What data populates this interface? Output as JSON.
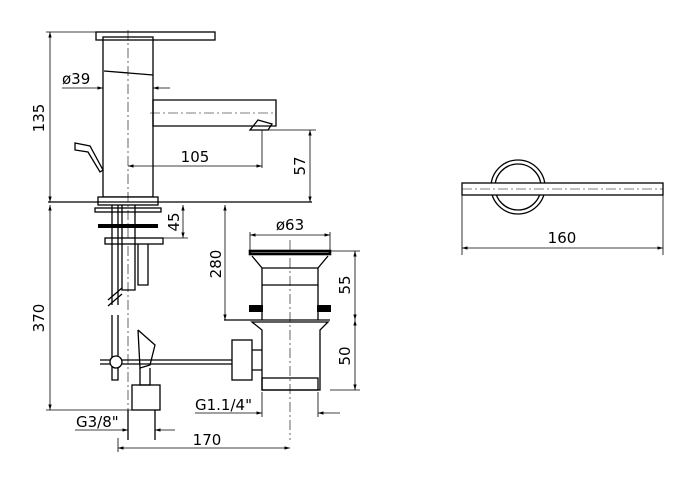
{
  "dimensions": {
    "height_total": "135",
    "body_diameter": "ø39",
    "spout_reach": "105",
    "spout_height": "57",
    "deck_thickness": "45",
    "waste_rod": "280",
    "waste_diameter": "ø63",
    "waste_upper": "55",
    "supply_length": "370",
    "waste_lower": "50",
    "waste_thread": "G1.1/4\"",
    "supply_thread": "G3/8\"",
    "waste_offset": "170",
    "top_view_length": "160"
  },
  "colors": {
    "line": "#000000",
    "background": "#ffffff"
  }
}
